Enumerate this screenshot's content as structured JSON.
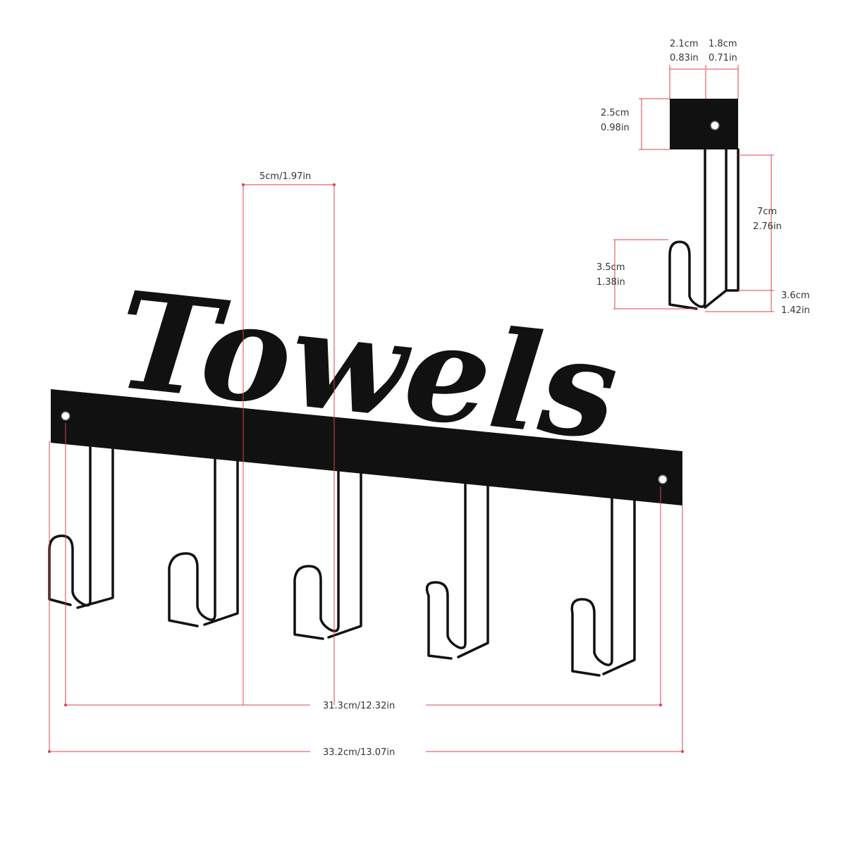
{
  "product": {
    "sign_text": "Towels",
    "hook_count": 5
  },
  "colors": {
    "metal": "#111111",
    "dimension_line": "#d9434f",
    "label": "#333333",
    "background": "#ffffff"
  },
  "dimensions": {
    "hook_spacing": "5cm/1.97in",
    "hole_span": "31.3cm/12.32in",
    "total_length": "33.2cm/13.07in",
    "mount_width_left_cm": "2.1cm",
    "mount_width_left_in": "0.83in",
    "mount_width_right_cm": "1.8cm",
    "mount_width_right_in": "0.71in",
    "bar_height_cm": "2.5cm",
    "bar_height_in": "0.98in",
    "hook_depth_cm": "7cm",
    "hook_depth_in": "2.76in",
    "front_prong_cm": "3.5cm",
    "front_prong_in": "1.38in",
    "back_prong_cm": "3.6cm",
    "back_prong_in": "1.42in"
  }
}
